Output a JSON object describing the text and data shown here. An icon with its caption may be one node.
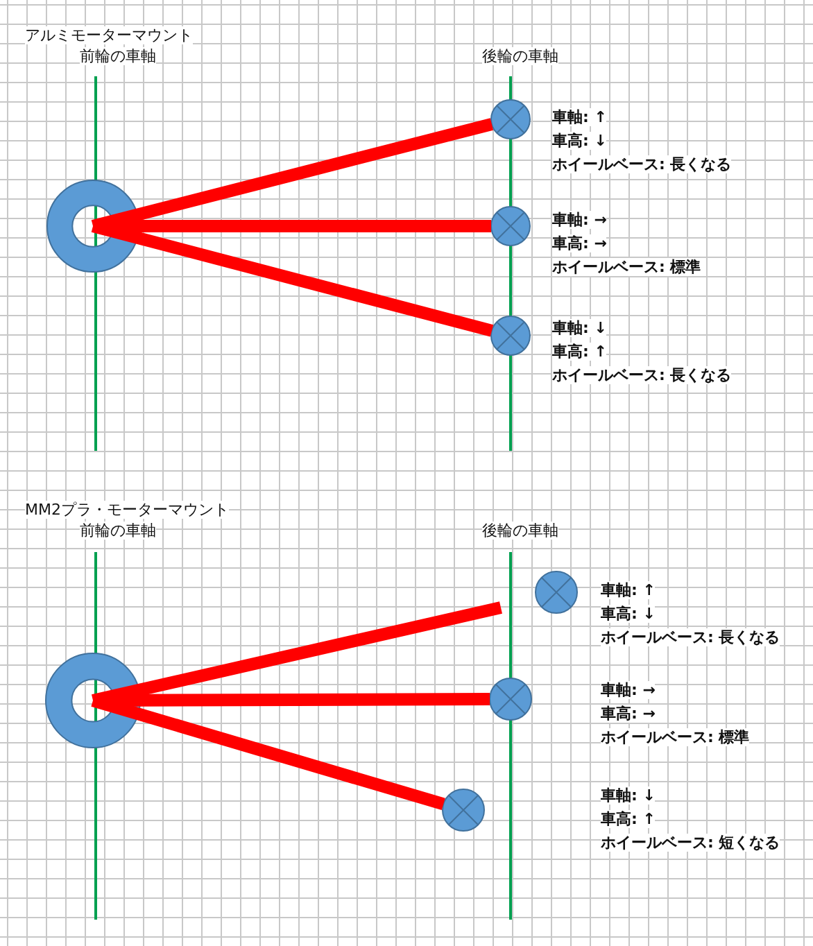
{
  "diagram": {
    "nodes": [
      {
        "text": [],
        "shape": "ring"
      },
      {
        "text": [],
        "shape": "circle",
        "beside": [
          "車軸: ↑",
          "車高: ↓",
          "ホイールベース: 長くなる"
        ]
      },
      {
        "text": [],
        "shape": "circle",
        "beside": [
          "車軸: →",
          "車高: →",
          "ホイールベース: 標準"
        ]
      },
      {
        "text": [],
        "shape": "circle",
        "beside": [
          "車軸: ↓",
          "車高: ↑",
          "ホイールベース: 長くなる"
        ]
      },
      {
        "text": [],
        "shape": "ring"
      },
      {
        "text": [],
        "shape": "circle",
        "beside": [
          "車軸: ↑",
          "車高: ↓",
          "ホイールベース: 長くなる"
        ]
      },
      {
        "text": [],
        "shape": "circle",
        "beside": [
          "車軸: →",
          "車高: →",
          "ホイールベース: 標準"
        ]
      },
      {
        "text": [],
        "shape": "circle",
        "beside": [
          "車軸: ↓",
          "車高: ↑",
          "ホイールベース: 短くなる"
        ]
      }
    ],
    "edges": [
      {
        "from": 0,
        "to": 1,
        "arrow": "none"
      },
      {
        "from": 0,
        "to": 2,
        "arrow": "none"
      },
      {
        "from": 0,
        "to": 3,
        "arrow": "none"
      },
      {
        "from": 4,
        "to": null,
        "arrow": "none"
      },
      {
        "from": 4,
        "to": 6,
        "arrow": "none"
      },
      {
        "from": 4,
        "to": 7,
        "arrow": "none"
      }
    ],
    "labels": [
      "アルミモーターマウント",
      "前輪の車軸",
      "後輪の車軸",
      "MM2プラ・モーターマウント",
      "前輪の車軸",
      "後輪の車軸"
    ]
  }
}
